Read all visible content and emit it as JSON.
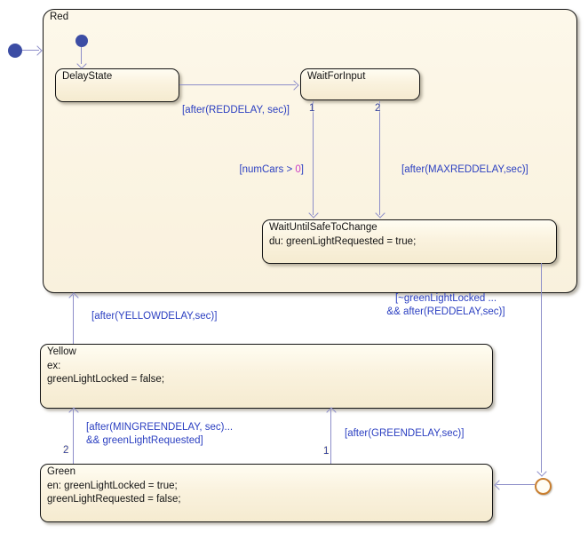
{
  "chart": {
    "states": {
      "red": {
        "name": "Red"
      },
      "delay_state": {
        "name": "DelayState"
      },
      "wait_for_input": {
        "name": "WaitForInput"
      },
      "wait_until_safe_to_change": {
        "name": "WaitUntilSafeToChange",
        "body": "du: greenLightRequested = true;"
      },
      "yellow": {
        "name": "Yellow",
        "body_line1": "ex:",
        "body_line2": "greenLightLocked = false;"
      },
      "green": {
        "name": "Green",
        "body_line1": "en: greenLightLocked = true;",
        "body_line2": "greenLightRequested = false;"
      }
    },
    "transitions": {
      "delay_to_wait": {
        "label": "[after(REDDELAY, sec)]"
      },
      "wait_to_safe_1": {
        "order": "1",
        "label_pre": "[numCars > ",
        "label_num": "0",
        "label_post": "]"
      },
      "wait_to_safe_2": {
        "order": "2",
        "label": "[after(MAXREDDELAY,sec)]"
      },
      "red_to_green": {
        "label_line1": "[~greenLightLocked ...",
        "label_line2": "&& after(REDDELAY,sec)]"
      },
      "yellow_to_red": {
        "label": "[after(YELLOWDELAY,sec)]"
      },
      "green_to_yellow_1": {
        "order": "1",
        "label": "[after(GREENDELAY,sec)]"
      },
      "green_to_yellow_2": {
        "order": "2",
        "label_line1": "[after(MINGREENDELAY, sec)...",
        "label_line2": "&& greenLightRequested]"
      }
    },
    "colors": {
      "label_blue": "#2b3fc1",
      "line_lavender": "#8d8ec9",
      "numeric_magenta": "#cb3bc4",
      "junction_orange": "#c97e2f",
      "state_fill": "#f9f1dd",
      "state_border": "#141414",
      "default_dot_blue": "#3c4da4",
      "canvas_background": "#ffffff"
    }
  }
}
